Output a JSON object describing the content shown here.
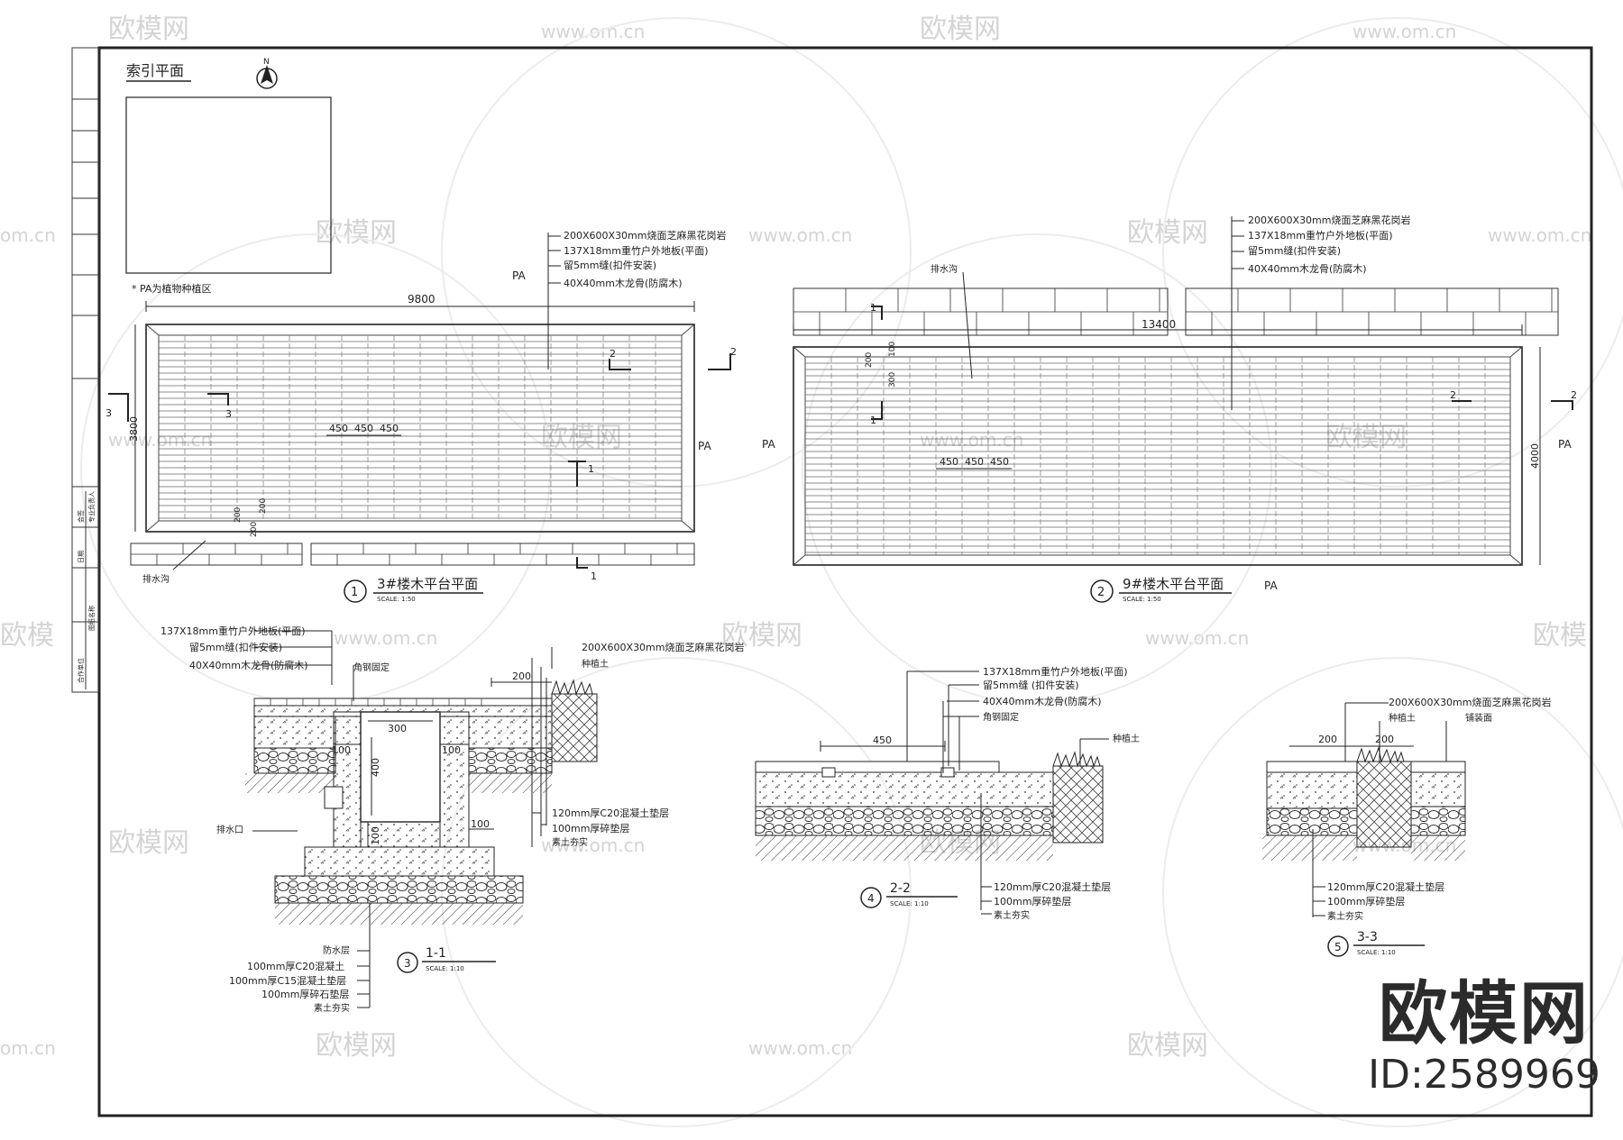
{
  "watermark": {
    "site": "www.om.cn",
    "brand": "欧模网",
    "short": "om.cn",
    "brand_short": "欧模"
  },
  "brand": {
    "logo": "欧模网",
    "id": "ID:2589969"
  },
  "index_plan": {
    "title": "索引平面",
    "note": "* PA为植物种植区",
    "north": "N"
  },
  "plan1": {
    "title": "3#楼木平台平面",
    "num": "1",
    "scale": "SCALE: 1:50",
    "dim_width": "9800",
    "dim_height": "3800",
    "spacing": [
      "450",
      "450",
      "450"
    ],
    "dim_small": [
      "200",
      "200",
      "200"
    ],
    "labels": [
      "200X600X30mm烧面芝麻黑花岗岩",
      "137X18mm重竹户外地板(平面)",
      "留5mm缝(扣件安装)",
      "40X40mm木龙骨(防腐木)"
    ],
    "pa": "PA",
    "drain": "排水沟",
    "markers": {
      "m1": "1",
      "m2": "2",
      "m3": "3"
    }
  },
  "plan2": {
    "title": "9#楼木平台平面",
    "num": "2",
    "scale": "SCALE: 1:50",
    "dim_width": "13400",
    "dim_height": "4000",
    "spacing": [
      "450",
      "450",
      "450"
    ],
    "dim_small": [
      "200",
      "300",
      "100"
    ],
    "labels": [
      "200X600X30mm烧面芝麻黑花岗岩",
      "137X18mm重竹户外地板(平面)",
      "留5mm缝(扣件安装)",
      "40X40mm木龙骨(防腐木)"
    ],
    "pa": "PA",
    "drain": "排水沟",
    "markers": {
      "m1": "1",
      "m2": "2"
    }
  },
  "sec1": {
    "title": "1-1",
    "num": "3",
    "scale": "SCALE: 1:10",
    "top_labels": [
      "137X18mm重竹户外地板(平面)",
      "留5mm缝(扣件安装)",
      "40X40mm木龙骨(防腐木)"
    ],
    "mid_labels": [
      "角钢固定",
      "200X600X30mm烧面芝麻黑花岗岩",
      "种植土"
    ],
    "dims": {
      "d200": "200",
      "d300": "300",
      "d400": "400",
      "d100a": "100",
      "d100b": "100",
      "d100c": "100",
      "d100d": "100"
    },
    "side": "排水口",
    "right_labels": [
      "120mm厚C20混凝土垫层",
      "100mm厚碎垫层",
      "素土夯实"
    ],
    "bottom_labels": [
      "防水层",
      "100mm厚C20混凝土",
      "100mm厚C15混凝土垫层",
      "100mm厚碎石垫层",
      "素土夯实"
    ]
  },
  "sec2": {
    "title": "2-2",
    "num": "4",
    "scale": "SCALE: 1:10",
    "top_labels": [
      "137X18mm重竹户外地板(平面)",
      "留5mm缝 (扣件安装)",
      "40X40mm木龙骨(防腐木)",
      "角钢固定"
    ],
    "right": "种植土",
    "dim": "450",
    "bottom_labels": [
      "120mm厚C20混凝土垫层",
      "100mm厚碎垫层",
      "素土夯实"
    ]
  },
  "sec3": {
    "title": "3-3",
    "num": "5",
    "scale": "SCALE: 1:10",
    "top_labels": [
      "200X600X30mm烧面芝麻黑花岗岩",
      "种植土",
      "铺装面"
    ],
    "dims": [
      "200",
      "200"
    ],
    "bottom_labels": [
      "120mm厚C20混凝土垫层",
      "100mm厚碎垫层",
      "素土夯实"
    ]
  },
  "titleblock": {
    "lines": [
      "合作单位",
      "图纸名称",
      "日期",
      "会签",
      "专业负责人"
    ]
  }
}
